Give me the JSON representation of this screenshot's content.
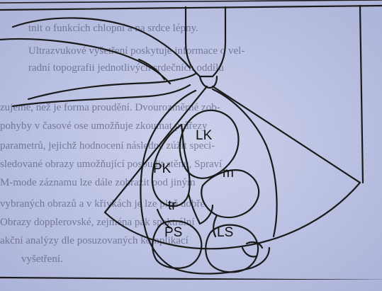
{
  "diagram": {
    "labels": {
      "lk": "LK",
      "pk": "PK",
      "m": "m",
      "tr": "tr",
      "ps": "PS",
      "ls": "LS"
    }
  },
  "background_text": {
    "lines": [
      "tnit o funkcích chlopní a na srdce lépny.",
      "Ultrazvukové vyšetření poskytuje informace o vel-",
      "radní topografii jednotlivých srdečních oddílů",
      "zujeme, než je forma proudění. Dvourozměrné zob-",
      "pohyby v časové ose umožňuje zkoumat průřezy",
      "parametrů, jejichž hodnocení následně zúžit speci-",
      "sledované obrazy umožňující posoudit stěnu, Spraví",
      "M-mode záznamu lze dále zobrazit pod jiným",
      "vybraných obrazů a v křivkách je lze plně dobře",
      "Obrazy dopplerovské, zejména pak spektrální",
      "akční analýzy dle posuzovaných komplikací",
      "vyšetření."
    ]
  },
  "colors": {
    "paper": "#c3c9e6",
    "ink": "#1a1a1a"
  }
}
